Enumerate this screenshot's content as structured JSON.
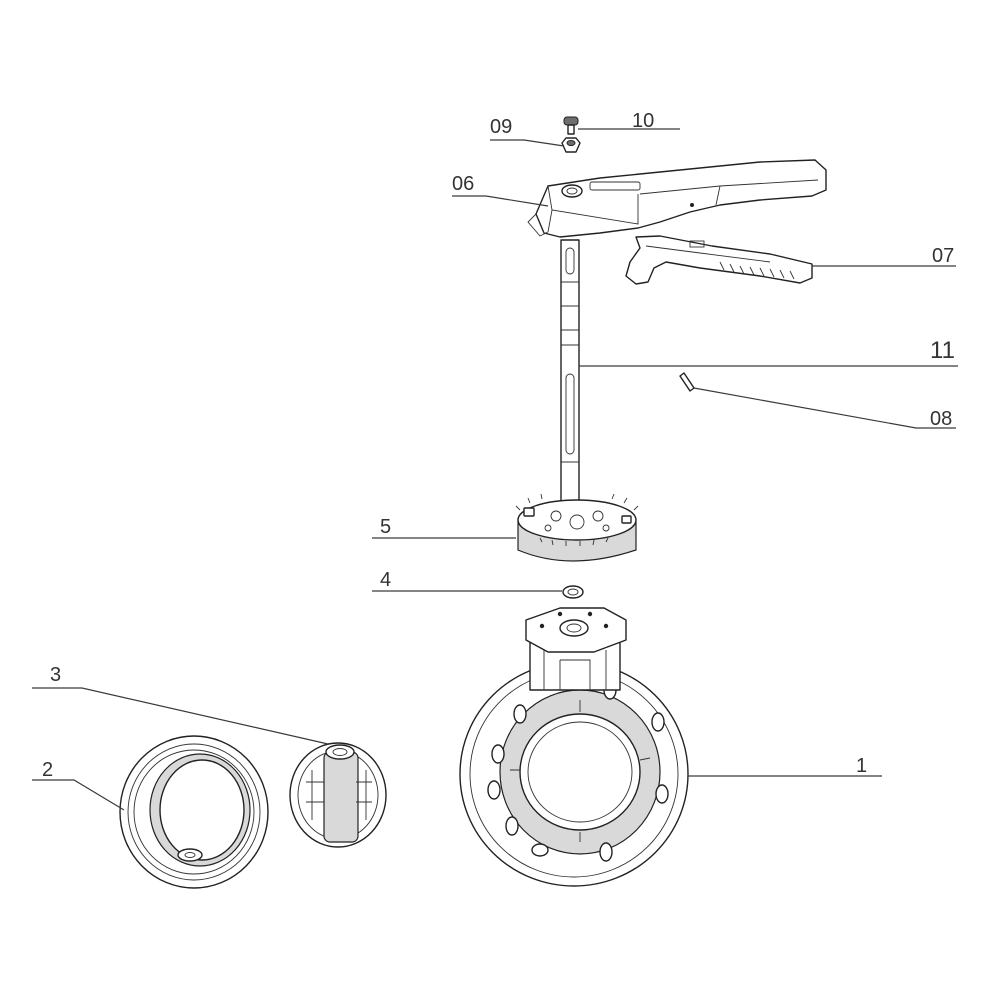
{
  "callouts": [
    {
      "id": "c09",
      "label": "09"
    },
    {
      "id": "c10",
      "label": "10"
    },
    {
      "id": "c06",
      "label": "06"
    },
    {
      "id": "c07",
      "label": "07"
    },
    {
      "id": "c11",
      "label": "11"
    },
    {
      "id": "c08",
      "label": "08"
    },
    {
      "id": "c5",
      "label": "5"
    },
    {
      "id": "c4",
      "label": "4"
    },
    {
      "id": "c3",
      "label": "3"
    },
    {
      "id": "c2",
      "label": "2"
    },
    {
      "id": "c1",
      "label": "1"
    }
  ],
  "colors": {
    "line": "#222222",
    "shade": "#d9d9d9",
    "label": "#333333"
  }
}
